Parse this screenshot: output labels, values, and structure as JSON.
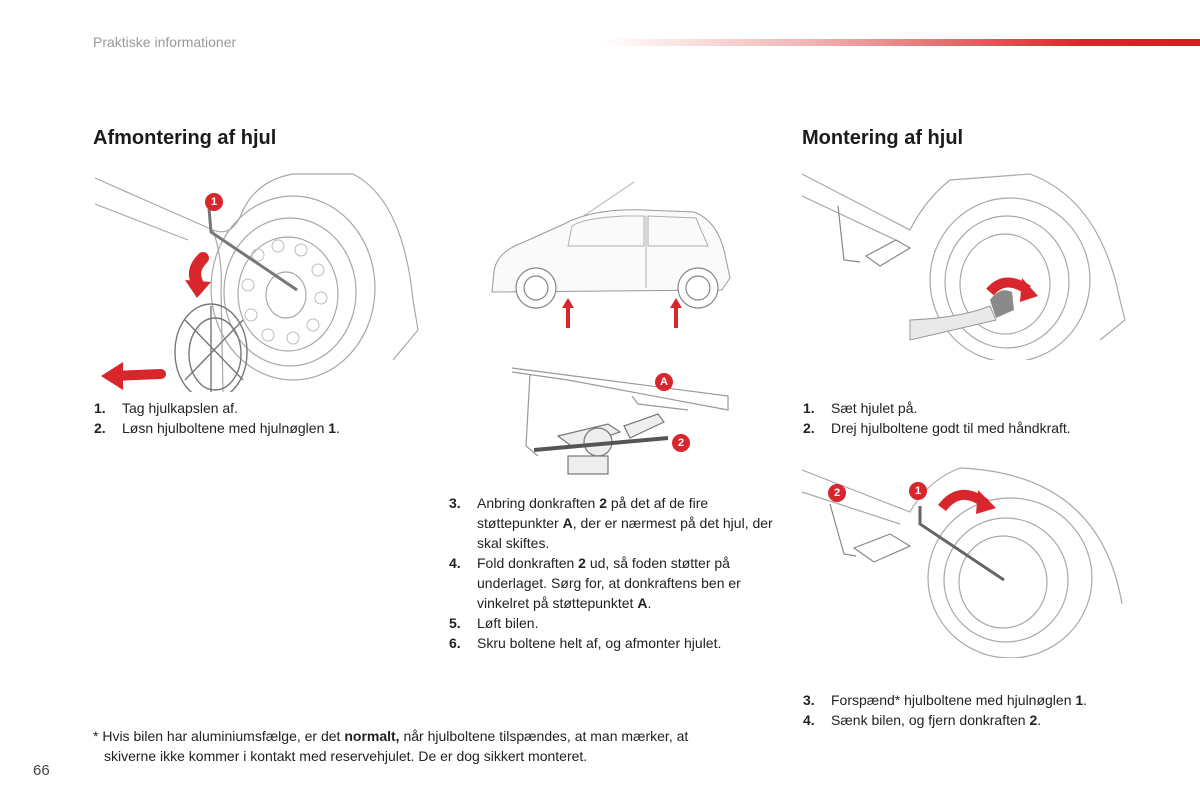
{
  "header": {
    "section": "Praktiske informationer"
  },
  "left": {
    "title": "Afmontering af hjul",
    "steps": [
      {
        "num": "1.",
        "text": "Tag hjulkapslen af."
      },
      {
        "num": "2.",
        "pre": "Løsn hjulboltene med hjulnøglen ",
        "bold": "1",
        "post": "."
      }
    ]
  },
  "middle": {
    "steps": [
      {
        "num": "3.",
        "pre": "Anbring donkraften ",
        "bold1": "2",
        "mid": " på det af de fire støttepunkter ",
        "bold2": "A",
        "post": ", der er nærmest på det hjul, der skal skiftes."
      },
      {
        "num": "4.",
        "pre": "Fold donkraften ",
        "bold1": "2",
        "mid": " ud, så foden støtter på underlaget. Sørg for, at donkraftens ben er vinkelret på støttepunktet ",
        "bold2": "A",
        "post": "."
      },
      {
        "num": "5.",
        "text": "Løft bilen."
      },
      {
        "num": "6.",
        "text": "Skru boltene helt af, og afmonter hjulet."
      }
    ]
  },
  "right": {
    "title": "Montering af hjul",
    "steps_a": [
      {
        "num": "1.",
        "text": "Sæt hjulet på."
      },
      {
        "num": "2.",
        "text": "Drej hjulboltene godt til med håndkraft."
      }
    ],
    "steps_b": [
      {
        "num": "3.",
        "pre": "Forspænd* hjulboltene med hjulnøglen ",
        "bold": "1",
        "post": "."
      },
      {
        "num": "4.",
        "pre": "Sænk bilen, og fjern donkraften ",
        "bold": "2",
        "post": "."
      }
    ]
  },
  "callouts": {
    "one": "1",
    "two": "2",
    "a": "A"
  },
  "footnote": {
    "pre": "* Hvis bilen har aluminiumsfælge, er det ",
    "bold": "normalt,",
    "post1": " når hjulboltene tilspændes, at man mærker, at",
    "post2": "skiverne ikke kommer i kontakt med reservehjulet. De er dog sikkert monteret."
  },
  "page_number": "66",
  "colors": {
    "accent": "#d62a2a",
    "arrow": "#d9262c",
    "line_art": "#9a9a9a"
  }
}
